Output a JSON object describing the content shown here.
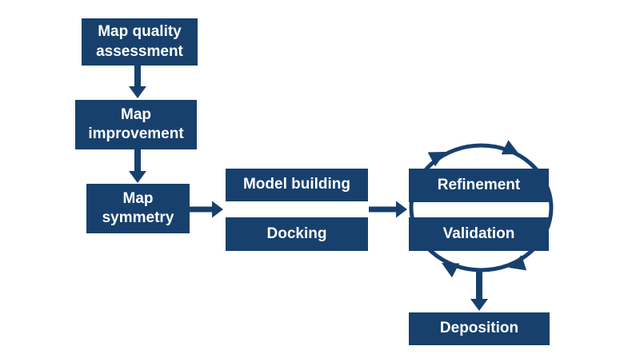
{
  "colors": {
    "primary": "#17406d",
    "text": "#ffffff",
    "background": "#ffffff"
  },
  "boxes": [
    {
      "id": "map-quality-assessment",
      "label": "Map quality\nassessment"
    },
    {
      "id": "map-improvement",
      "label": "Map\nimprovement"
    },
    {
      "id": "map-symmetry",
      "label": "Map\nsymmetry"
    },
    {
      "id": "model-building",
      "label": "Model building"
    },
    {
      "id": "docking",
      "label": "Docking"
    },
    {
      "id": "refinement",
      "label": "Refinement"
    },
    {
      "id": "validation",
      "label": "Validation"
    },
    {
      "id": "deposition",
      "label": "Deposition"
    }
  ]
}
